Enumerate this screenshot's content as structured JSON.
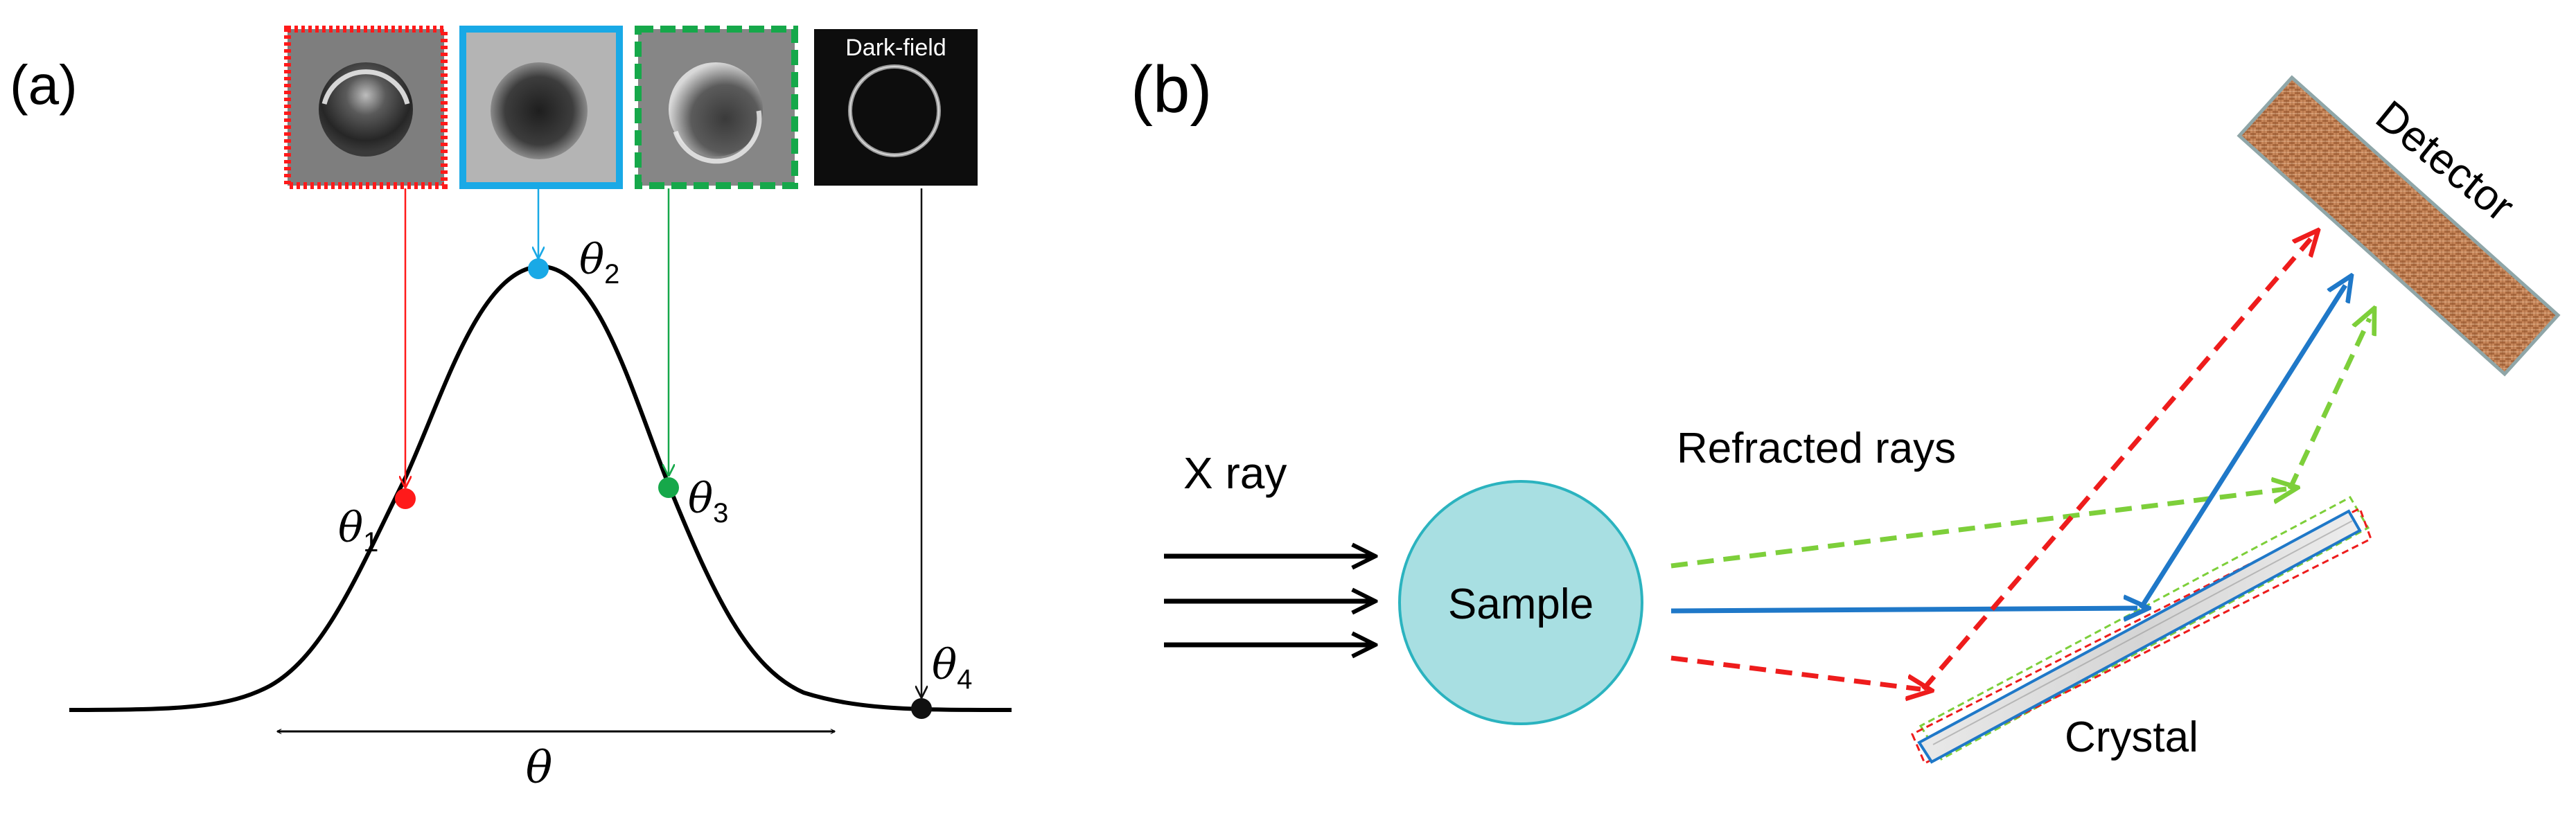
{
  "panel_a": {
    "label": "(a)",
    "dark_field_label": "Dark-field",
    "points": [
      {
        "symbol": "θ",
        "sub": "1",
        "color": "#ff1a1a"
      },
      {
        "symbol": "θ",
        "sub": "2",
        "color": "#19a9e6"
      },
      {
        "symbol": "θ",
        "sub": "3",
        "color": "#16a84a"
      },
      {
        "symbol": "θ",
        "sub": "4",
        "color": "#111111"
      }
    ],
    "axis_symbol": "θ"
  },
  "panel_b": {
    "label": "(b)",
    "xray_label": "X ray",
    "sample_label": "Sample",
    "refracted_label": "Refracted rays",
    "crystal_label": "Crystal",
    "detector_label": "Detector",
    "colors": {
      "sample_fill": "#a8dfe2",
      "sample_stroke": "#2bb3bf",
      "red": "#ee1c1c",
      "blue": "#1f78c8",
      "green": "#7dcf3a",
      "detector": "#c8875a"
    }
  }
}
